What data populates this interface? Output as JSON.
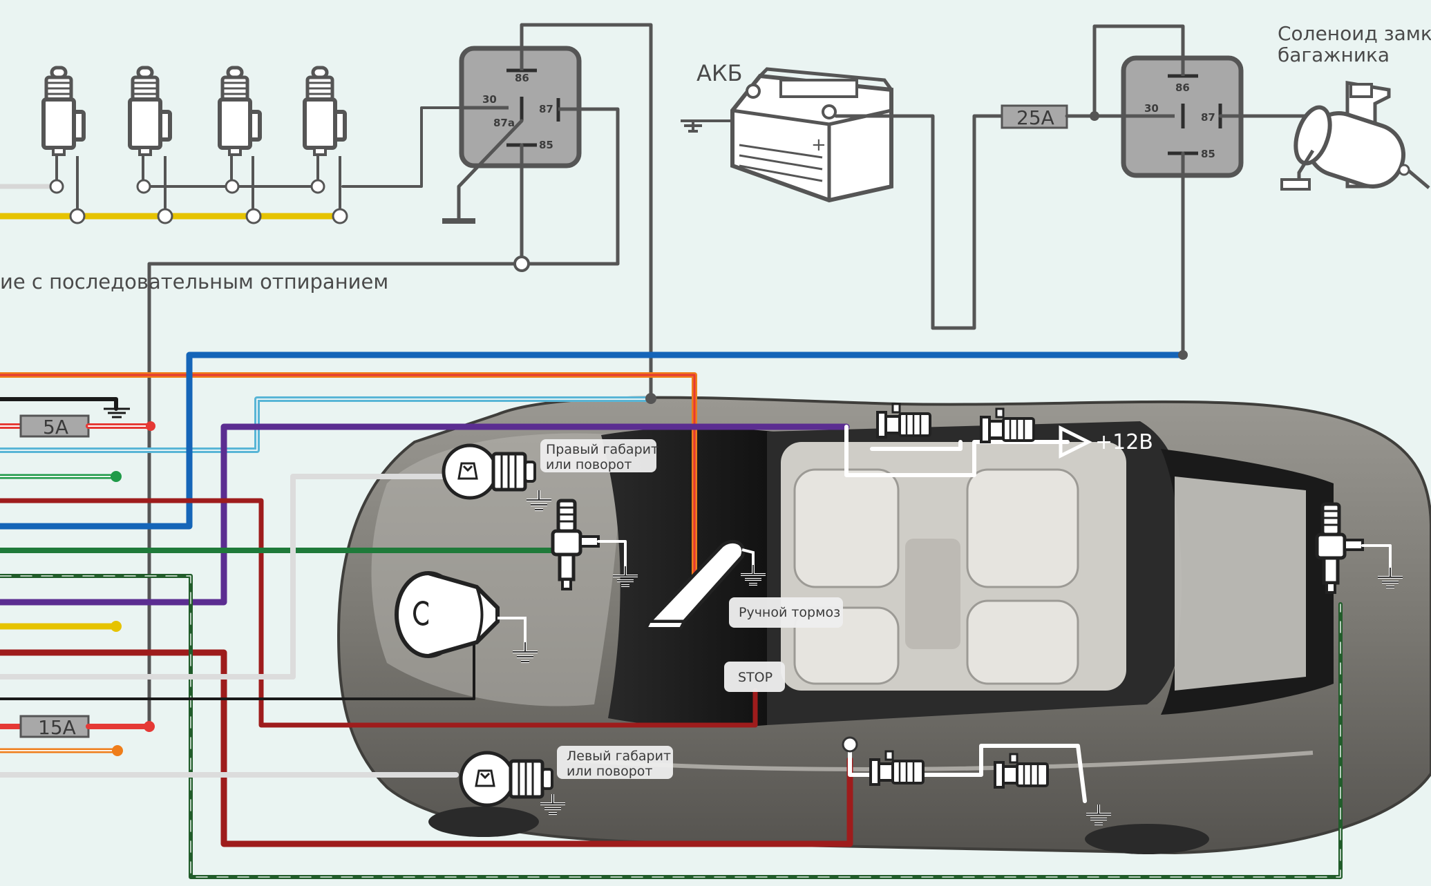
{
  "caption": "ие с последовательным отпиранием",
  "battery": {
    "label": "АКБ"
  },
  "relay_left": {
    "pins": [
      "86",
      "30",
      "87a",
      "87",
      "85"
    ]
  },
  "relay_right": {
    "pins": [
      "86",
      "30",
      "87",
      "85"
    ]
  },
  "solenoid": {
    "line1": "Соленоид замка",
    "line2": "багажника"
  },
  "fuses": {
    "top": "25A",
    "left_small": "5A",
    "left_big": "15A"
  },
  "power": {
    "label": "+12В"
  },
  "tags": {
    "right_light_1": "Правый габарит",
    "right_light_2": "или поворот",
    "left_light_1": "Левый габарит",
    "left_light_2": "или поворот",
    "handbrake": "Ручной тормоз",
    "stop": "STOP"
  },
  "colors": {
    "background": "#eaf4f2",
    "wire_dark": "#555555",
    "wire_blue": "#1565b8",
    "wire_violet": "#5b2d91",
    "wire_green": "#1f7a3a",
    "wire_dark_green": "#215c2a",
    "wire_yellow": "#e6c300",
    "wire_red": "#e53935",
    "wire_dark_red": "#9e1c1c",
    "wire_orange": "#ef7d1a",
    "wire_light_blue": "#58b5d6",
    "wire_light_gray": "#dcdcdc",
    "relay_fill": "#a8a8a8",
    "car_body": "#7d7b76"
  }
}
